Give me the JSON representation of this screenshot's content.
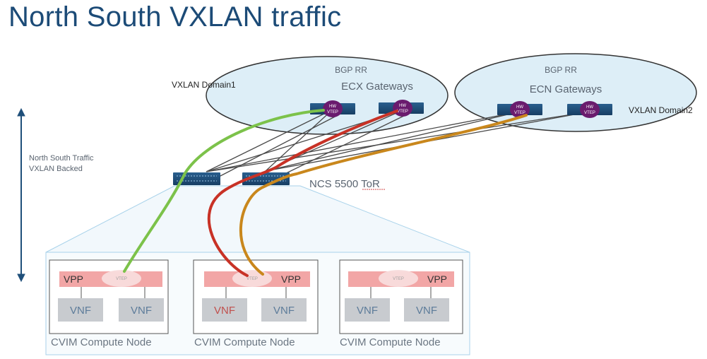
{
  "title": "North South VXLAN traffic",
  "domains": {
    "domain1": {
      "label": "VXLAN Domain1",
      "rr_label": "BGP RR",
      "gw_label": "ECX Gateways"
    },
    "domain2": {
      "label": "VXLAN Domain2",
      "rr_label": "BGP RR",
      "gw_label": "ECN Gateways"
    }
  },
  "hw_vtep": {
    "line1": "HW",
    "line2": "VTEP"
  },
  "traffic_label": {
    "line1": "North South Traffic",
    "line2": "VXLAN Backed"
  },
  "tor_label": "NCS 5500 ToR",
  "compute_nodes": [
    {
      "label": "CVIM Compute Node",
      "vpp": "VPP",
      "vtep": "VTEP",
      "vnf": [
        "VNF",
        "VNF"
      ],
      "vnf_colors": [
        "#5d7c9a",
        "#5d7c9a"
      ]
    },
    {
      "label": "CVIM Compute Node",
      "vpp": "VPP",
      "vtep": "VTEP",
      "vnf": [
        "VNF",
        "VNF"
      ],
      "vnf_colors": [
        "#c0504d",
        "#5d7c9a"
      ]
    },
    {
      "label": "CVIM Compute Node",
      "vpp": "VPP",
      "vtep": "VTEP",
      "vnf": [
        "VNF",
        "VNF"
      ],
      "vnf_colors": [
        "#5d7c9a",
        "#5d7c9a"
      ]
    }
  ],
  "colors": {
    "title": "#1c4b77",
    "gateway_fill": "#ddeef7",
    "vpp": "#f2a6a6",
    "vnf_box": "#c8cbcf",
    "vtep_badge": "#6a1b6e",
    "green_flow": "#7cc24a",
    "red_flow": "#c83226",
    "orange_flow": "#c9871c",
    "switch": "#1f4f7a"
  }
}
